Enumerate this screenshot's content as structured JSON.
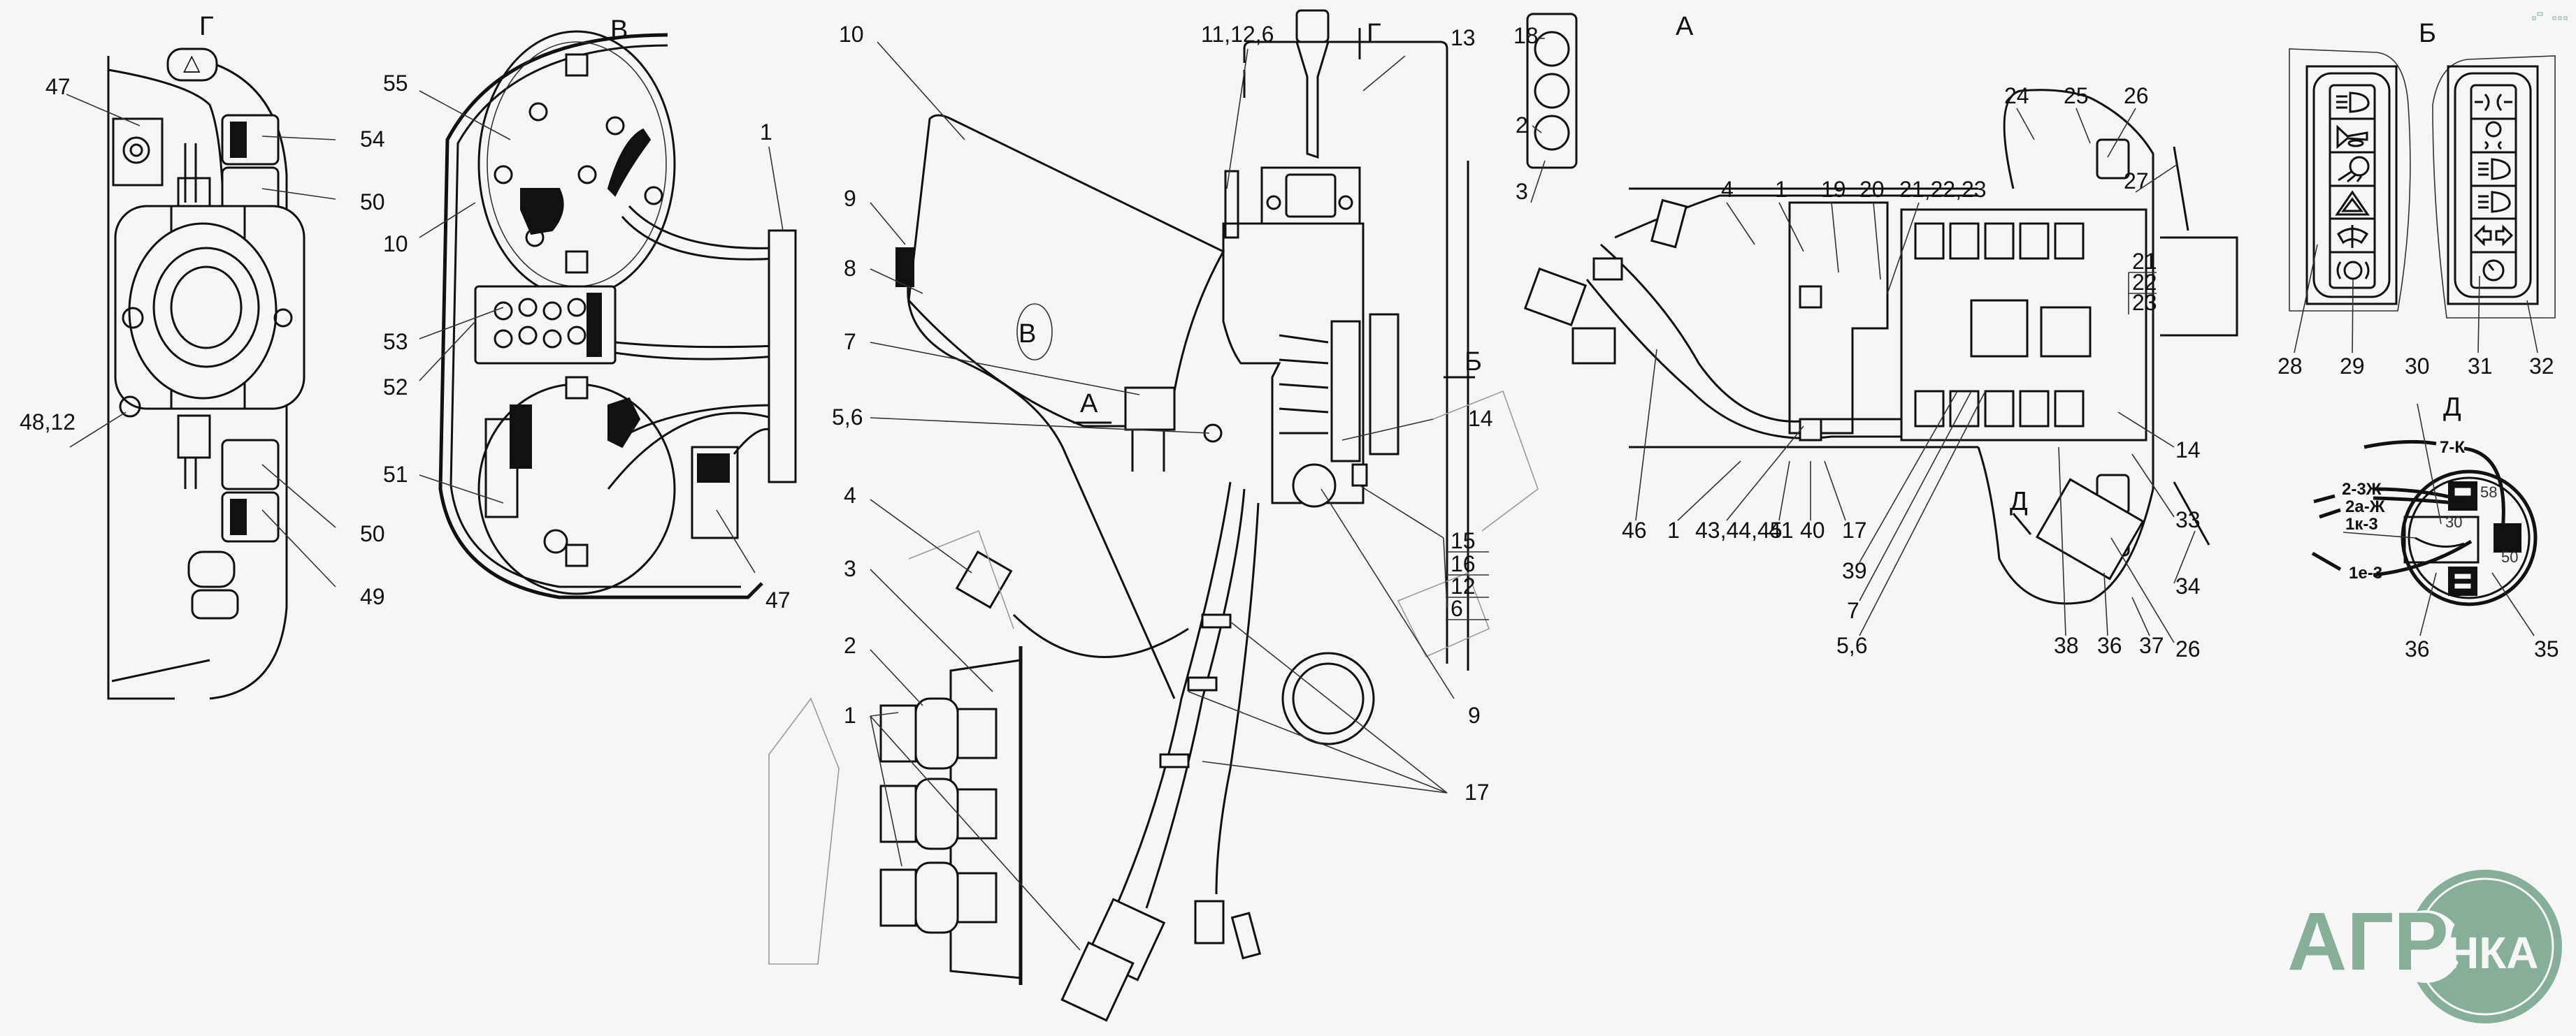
{
  "figure": {
    "views": {
      "G": "Г",
      "V": "В",
      "A": "А",
      "B": "Б",
      "D": "Д"
    },
    "view_arrows": {
      "G": "Г",
      "B": "Б",
      "A": "А",
      "V": "В",
      "D": "Д"
    },
    "view_G_labels": [
      "47",
      "54",
      "50",
      "48,12",
      "50",
      "49"
    ],
    "view_V_labels": [
      "55",
      "10",
      "53",
      "52",
      "51",
      "47",
      "1"
    ],
    "main_labels": [
      "10",
      "11,12,6",
      "13",
      "9",
      "8",
      "7",
      "5,6",
      "4",
      "3",
      "2",
      "1",
      "14",
      "9",
      "17"
    ],
    "main_stack": [
      "15",
      "16",
      "12",
      "6"
    ],
    "view_A_labels": {
      "top": [
        "18",
        "2",
        "3",
        "4",
        "1",
        "19",
        "20",
        "21,22,23",
        "24",
        "25",
        "26",
        "27"
      ],
      "right_stack": [
        "21",
        "22",
        "23"
      ],
      "right": [
        "14",
        "33",
        "34",
        "26"
      ],
      "bottom": [
        "46",
        "1",
        "43,44,45",
        "41",
        "40",
        "17",
        "39",
        "7",
        "5,6",
        "38",
        "36",
        "37"
      ]
    },
    "view_B_labels": [
      "28",
      "29",
      "30",
      "31",
      "32"
    ],
    "view_B_left_icons": [
      "high-beam-icon",
      "horn-icon",
      "work-light-icon",
      "hazard-triangle-icon",
      "wiper-icon",
      "brake-warning-icon"
    ],
    "view_B_right_icons": [
      "parking-lights-icon",
      "instrument-illumination-icon",
      "high-beam-icon",
      "high-beam-icon",
      "turn-signals-icon",
      "gauge-icon"
    ],
    "view_D_labels": [
      "36",
      "35"
    ],
    "view_D_wires": [
      "7-К",
      "2-3Ж",
      "2а-Ж",
      "1к-3",
      "1е-3"
    ],
    "view_D_terminals": [
      "58",
      "30",
      "50"
    ]
  },
  "watermark": {
    "text_left": "АГРО",
    "text_right": "НКА",
    "color": "#88ad99"
  }
}
